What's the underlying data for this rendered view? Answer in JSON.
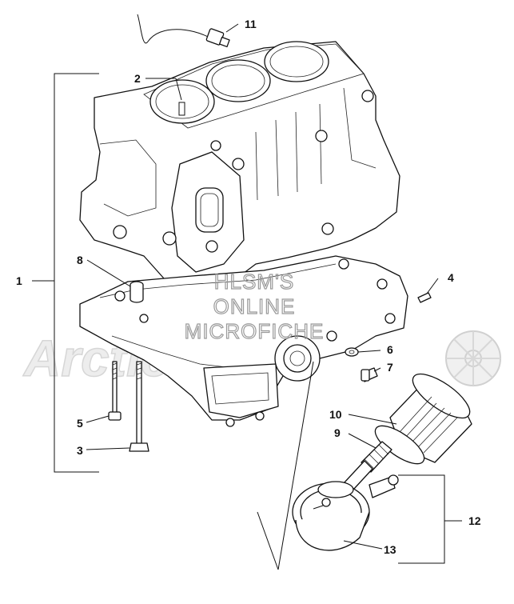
{
  "watermark": {
    "lines": [
      "HLSM'S",
      "ONLINE",
      "MICROFICHE"
    ],
    "logo_text": "ArcticCat"
  },
  "callouts": {
    "c1": "1",
    "c2": "2",
    "c3": "3",
    "c4": "4",
    "c5": "5",
    "c6": "6",
    "c7": "7",
    "c8": "8",
    "c9": "9",
    "c10": "10",
    "c11": "11",
    "c12": "12",
    "c13": "13"
  }
}
